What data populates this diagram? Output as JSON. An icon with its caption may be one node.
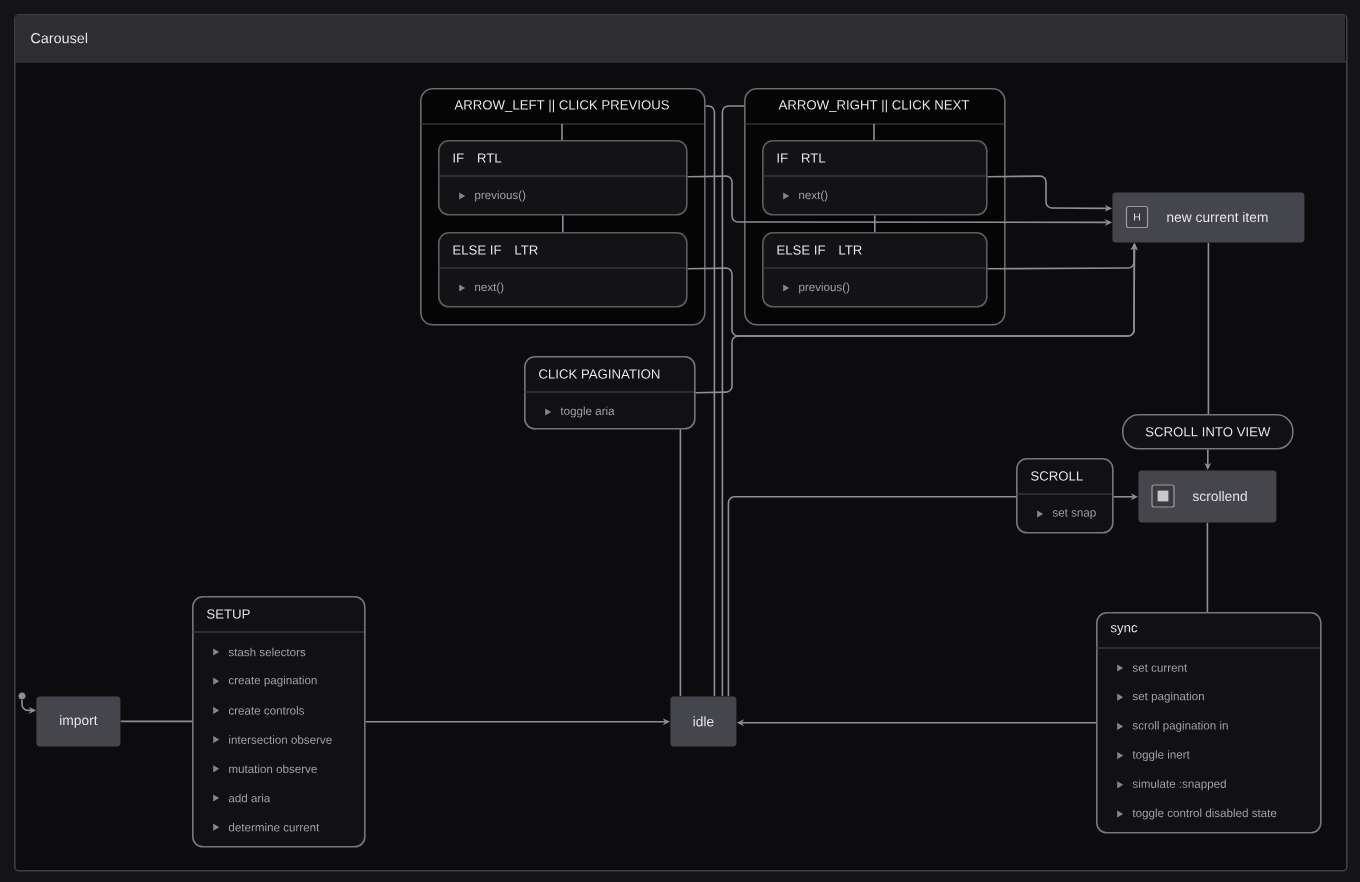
{
  "diagram": {
    "nodes": [
      {
        "text": [
          "Carousel"
        ]
      },
      {
        "text": [
          "ARROW_LEFT || CLICK PREVIOUS"
        ],
        "in": 0
      },
      {
        "text": [
          "IF",
          "RTL",
          "previous()"
        ],
        "in": 1
      },
      {
        "text": [
          "ELSE IF",
          "LTR",
          "next()"
        ],
        "in": 1
      },
      {
        "text": [
          "ARROW_RIGHT || CLICK NEXT"
        ],
        "in": 0
      },
      {
        "text": [
          "IF",
          "RTL",
          "next()"
        ],
        "in": 4
      },
      {
        "text": [
          "ELSE IF",
          "LTR",
          "previous()"
        ],
        "in": 4
      },
      {
        "text": [
          "H",
          "new current item"
        ],
        "in": 0
      },
      {
        "text": [
          "CLICK PAGINATION",
          "toggle aria"
        ],
        "in": 0
      },
      {
        "text": [
          "SCROLL INTO VIEW"
        ],
        "in": 0
      },
      {
        "text": [
          "SCROLL",
          "set snap"
        ],
        "in": 0
      },
      {
        "text": [
          "scrollend"
        ],
        "in": 0
      },
      {
        "text": [],
        "shape": "circle",
        "in": 0
      },
      {
        "text": [
          "import"
        ],
        "in": 0
      },
      {
        "text": [
          "SETUP",
          "stash selectors",
          "create pagination",
          "create controls",
          "intersection observe",
          "mutation observe",
          "add aria",
          "determine current"
        ],
        "in": 0
      },
      {
        "text": [
          "idle"
        ],
        "in": 0
      },
      {
        "text": [
          "sync",
          "set current",
          "set pagination",
          "scroll pagination in",
          "toggle inert",
          "simulate :snapped",
          "toggle control disabled state"
        ],
        "in": 0
      }
    ],
    "edges": [
      {
        "from": 12,
        "to": 13,
        "arrow": "to"
      },
      {
        "from": 13,
        "to": 14,
        "arrow": "none"
      },
      {
        "from": 14,
        "to": 15,
        "arrow": "to"
      },
      {
        "from": 15,
        "to": 1,
        "arrow": "none"
      },
      {
        "from": 15,
        "to": 4,
        "arrow": "none"
      },
      {
        "from": 2,
        "to": 3,
        "arrow": "none"
      },
      {
        "from": 2,
        "to": 7,
        "arrow": "to"
      },
      {
        "from": 3,
        "to": 7,
        "arrow": "to"
      },
      {
        "from": 5,
        "to": 6,
        "arrow": "none"
      },
      {
        "from": 5,
        "to": 7,
        "arrow": "to"
      },
      {
        "from": 6,
        "to": 7,
        "arrow": "to"
      },
      {
        "from": 15,
        "to": 8,
        "arrow": "none"
      },
      {
        "from": 8,
        "to": 7,
        "arrow": "to"
      },
      {
        "from": 15,
        "to": 10,
        "arrow": "none"
      },
      {
        "from": 10,
        "to": 11,
        "arrow": "to"
      },
      {
        "from": 7,
        "to": 9,
        "arrow": "none"
      },
      {
        "from": 9,
        "to": 11,
        "arrow": "to"
      },
      {
        "from": 11,
        "to": 16,
        "arrow": "none"
      },
      {
        "from": 16,
        "to": 15,
        "arrow": "to"
      }
    ]
  }
}
